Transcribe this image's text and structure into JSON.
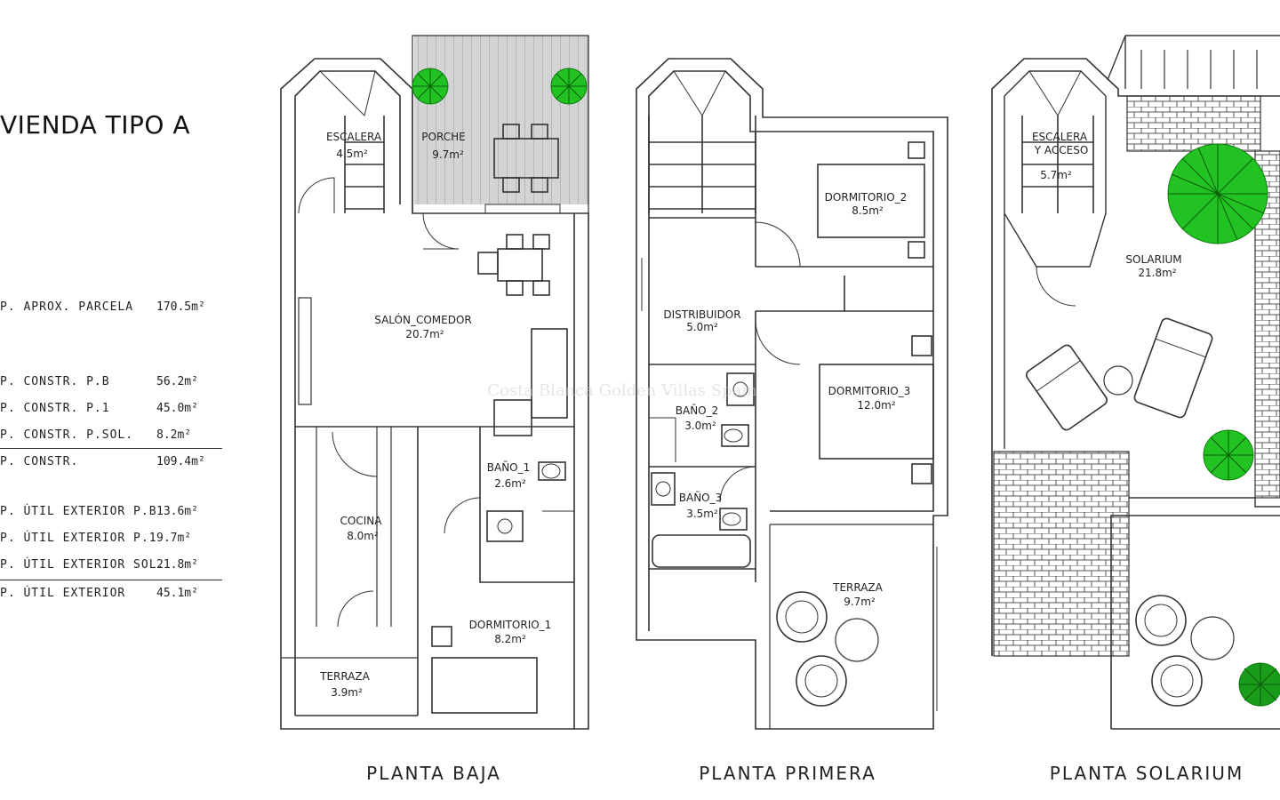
{
  "title": "VIENDA TIPO A",
  "summary": [
    {
      "label": "P. APROX. PARCELA",
      "value": "170.5m²"
    },
    {
      "label": "P. CONSTR. P.B",
      "value": "56.2m²"
    },
    {
      "label": "P. CONSTR. P.1",
      "value": "45.0m²"
    },
    {
      "label": "P. CONSTR. P.SOL.",
      "value": "8.2m²"
    },
    {
      "label": "P. CONSTR.",
      "value": "109.4m²"
    },
    {
      "label": "P. ÚTIL EXTERIOR P.B",
      "value": "13.6m²"
    },
    {
      "label": "P. ÚTIL EXTERIOR P.1",
      "value": "9.7m²"
    },
    {
      "label": "P. ÚTIL EXTERIOR SOL.",
      "value": "21.8m²"
    },
    {
      "label": "P. ÚTIL EXTERIOR",
      "value": "45.1m²"
    }
  ],
  "floors": {
    "baja": {
      "label": "PLANTA BAJA",
      "rooms": [
        {
          "name": "ESCALERA",
          "area": "4.5m²"
        },
        {
          "name": "PORCHE",
          "area": "9.7m²"
        },
        {
          "name": "SALÓN_COMEDOR",
          "area": "20.7m²"
        },
        {
          "name": "COCINA",
          "area": "8.0m²"
        },
        {
          "name": "BAÑO_1",
          "area": "2.6m²"
        },
        {
          "name": "DORMITORIO_1",
          "area": "8.2m²"
        },
        {
          "name": "TERRAZA",
          "area": "3.9m²"
        }
      ]
    },
    "primera": {
      "label": "PLANTA PRIMERA",
      "rooms": [
        {
          "name": "DORMITORIO_2",
          "area": "8.5m²"
        },
        {
          "name": "DISTRIBUIDOR",
          "area": "5.0m²"
        },
        {
          "name": "DORMITORIO_3",
          "area": "12.0m²"
        },
        {
          "name": "BAÑO_2",
          "area": "3.0m²"
        },
        {
          "name": "BAÑO_3",
          "area": "3.5m²"
        },
        {
          "name": "TERRAZA",
          "area": "9.7m²"
        }
      ]
    },
    "solarium": {
      "label": "PLANTA SOLARIUM",
      "rooms": [
        {
          "name": "ESCALERA",
          "name2": "Y ACCESO",
          "area": "5.7m²"
        },
        {
          "name": "SOLARIUM",
          "area": "21.8m²"
        }
      ]
    }
  },
  "watermark": "Costa Blanca Golden Villas Spain",
  "colors": {
    "line": "#333333",
    "grass": "#2cc72c",
    "porch": "#c9c9c9",
    "tile": "#555555"
  }
}
